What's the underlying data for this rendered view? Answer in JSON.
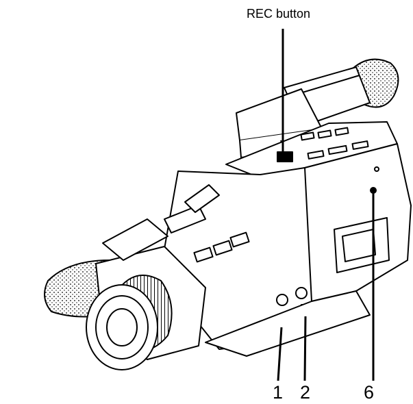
{
  "callouts": {
    "rec_button": "REC button",
    "label_1": "1",
    "label_2": "2",
    "label_6": "6"
  },
  "colors": {
    "ink": "#000000",
    "paper": "#ffffff"
  }
}
